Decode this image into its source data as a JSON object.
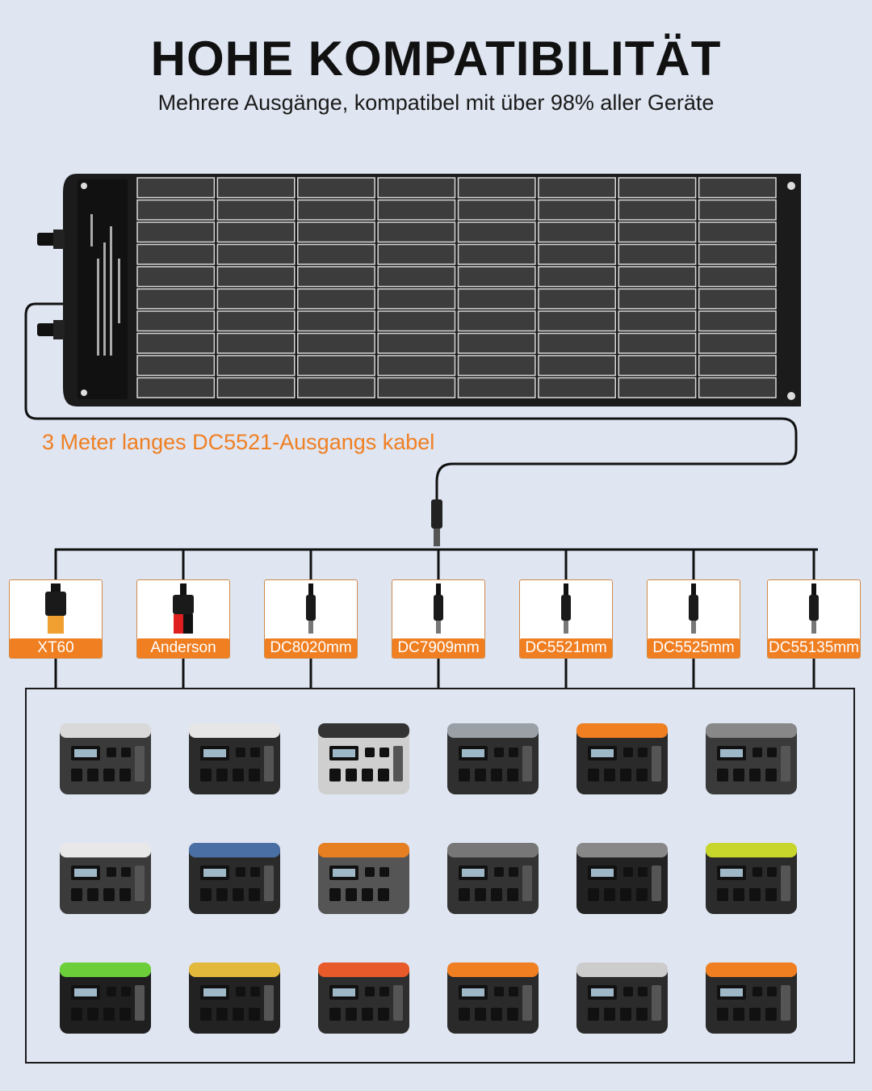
{
  "header": {
    "title": "HOHE KOMPATIBILITÄT",
    "subtitle": "Mehrere Ausgänge, kompatibel mit über 98% aller Geräte"
  },
  "cable": {
    "label": "3 Meter langes DC5521-Ausgangs kabel"
  },
  "colors": {
    "accent_orange": "#f07f22",
    "panel_black": "#1b1b1b",
    "background": "#dfe5f1"
  },
  "connectors": [
    {
      "label": "XT60",
      "icon": "xt60-plug-icon"
    },
    {
      "label": "Anderson",
      "icon": "anderson-plug-icon"
    },
    {
      "label": "DC8020mm",
      "icon": "dc-barrel-plug-icon"
    },
    {
      "label": "DC7909mm",
      "icon": "dc-barrel-plug-icon"
    },
    {
      "label": "DC5521mm",
      "icon": "dc-barrel-plug-icon"
    },
    {
      "label": "DC5525mm",
      "icon": "dc-barrel-plug-icon"
    },
    {
      "label": "DC55135mm",
      "icon": "dc-barrel-plug-icon"
    }
  ],
  "devices": [
    {
      "icon": "power-station-icon"
    },
    {
      "icon": "power-station-icon"
    },
    {
      "icon": "power-station-icon"
    },
    {
      "icon": "power-station-icon"
    },
    {
      "icon": "power-station-icon"
    },
    {
      "icon": "power-station-icon"
    },
    {
      "icon": "power-station-icon"
    },
    {
      "icon": "power-station-icon"
    },
    {
      "icon": "power-station-icon"
    },
    {
      "icon": "power-station-icon"
    },
    {
      "icon": "power-station-icon"
    },
    {
      "icon": "power-station-icon"
    },
    {
      "icon": "power-station-icon"
    },
    {
      "icon": "power-station-icon"
    },
    {
      "icon": "power-station-icon"
    },
    {
      "icon": "power-station-icon"
    },
    {
      "icon": "power-station-icon"
    },
    {
      "icon": "power-station-icon"
    }
  ]
}
